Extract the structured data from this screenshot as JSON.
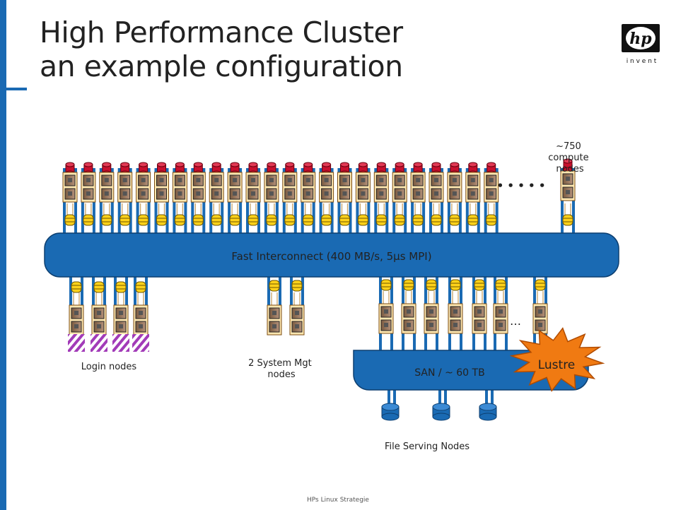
{
  "slide": {
    "title_line1": "High Performance Cluster",
    "title_line2": "an example configuration",
    "logo": {
      "icon": "hp-logo-icon",
      "tagline": "i n v e n t"
    },
    "footer": "HPs Linux Strategie",
    "colors": {
      "accent": "#1a6ab3",
      "interconnect_fill": "#1a6ab3",
      "burst": "#f07a12",
      "disk": "#c8102e"
    }
  },
  "diagram": {
    "compute_label": "~750\ncompute\nnodes",
    "compute_ellipsis": "• • • • •",
    "interconnect": "Fast Interconnect (400 MB/s, 5µs MPI)",
    "login_label": "Login nodes",
    "mgmt_label": "2 System Mgt\nnodes",
    "storage_ellipsis": "…",
    "san_label": "SAN / ~ 60 TB",
    "lustre_label": "Lustre",
    "file_serving_label": "File Serving Nodes"
  }
}
